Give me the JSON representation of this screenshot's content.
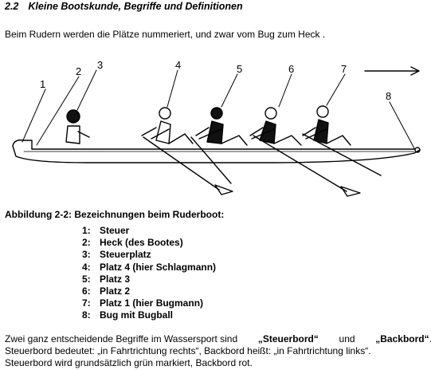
{
  "section": {
    "number": "2.2",
    "title": "Kleine Bootskunde, Begriffe und Definitionen"
  },
  "intro": "Beim Rudern werden die Plätze nummeriert, und zwar vom Bug zum Heck .",
  "figure": {
    "labels": [
      "1",
      "2",
      "3",
      "4",
      "5",
      "6",
      "7",
      "8"
    ]
  },
  "caption": "Abbildung 2-2: Bezeichnungen beim Ruderboot:",
  "legend": [
    {
      "num": "1:",
      "text": "Steuer"
    },
    {
      "num": "2:",
      "text": "Heck (des Bootes)"
    },
    {
      "num": "3:",
      "text": "Steuerplatz"
    },
    {
      "num": "4:",
      "text": "Platz 4 (hier Schlagmann)"
    },
    {
      "num": "5:",
      "text": "Platz 3"
    },
    {
      "num": "6:",
      "text": "Platz 2"
    },
    {
      "num": "7:",
      "text": "Platz 1 (hier Bugmann)"
    },
    {
      "num": "8:",
      "text": "Bug mit Bugball"
    }
  ],
  "paragraph": {
    "l1_a": "Zwei ganz entscheidende Begriffe im Wassersport sind",
    "l1_b": "„Steuerbord“",
    "l1_c": "und",
    "l1_d": "„Backbord“",
    "l1_e": ".",
    "l2": "Steuerbord bedeutet: „in Fahrtrichtung rechts“, Backbord heißt: „in Fahrtrichtung links“.",
    "l3": "Steuerbord wird grundsätzlich grün markiert, Backbord rot."
  }
}
